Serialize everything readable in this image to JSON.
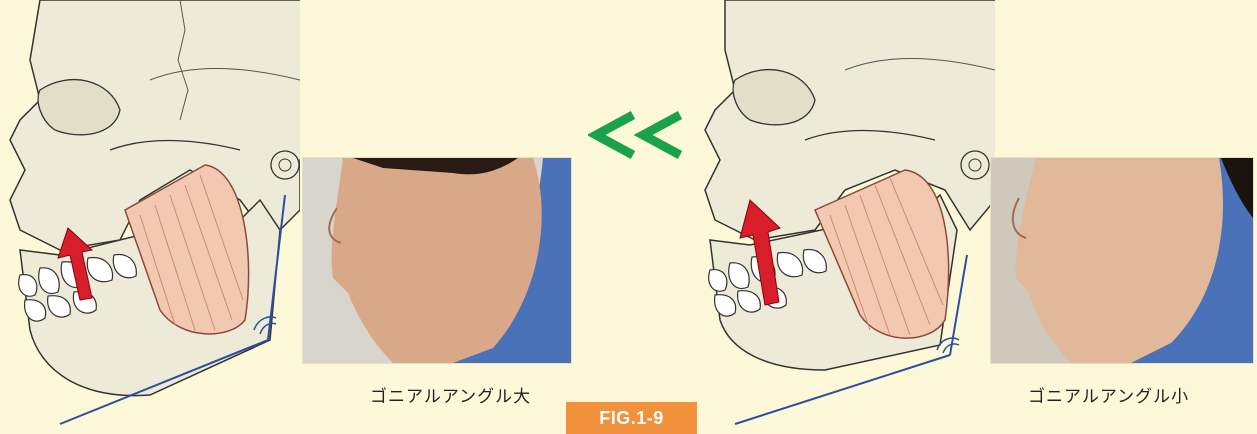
{
  "figure": {
    "label": "FIG.1-9",
    "label_color": "#f2913c",
    "arrow_glyph": "<<",
    "arrow_color": "#1aa24a"
  },
  "left_panel": {
    "caption": "ゴニアルアングル大"
  },
  "right_panel": {
    "caption": "ゴニアルアングル小"
  }
}
